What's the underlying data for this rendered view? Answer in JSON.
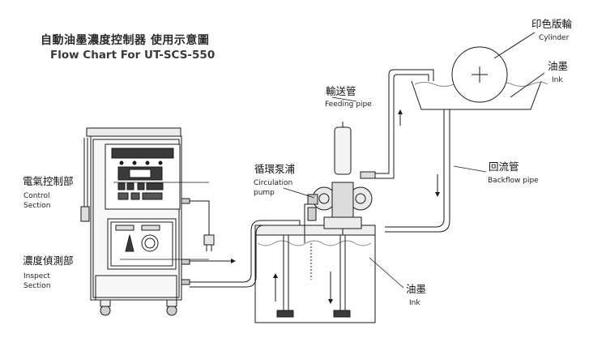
{
  "title": {
    "zh": "自動油墨濃度控制器 使用示意圖",
    "en": "Flow Chart For UT-SCS-550"
  },
  "labels": {
    "cylinder": {
      "zh": "印色版輪",
      "en": "Cylinder"
    },
    "ink_top": {
      "zh": "油墨",
      "en": "Ink"
    },
    "feeding_pipe": {
      "zh": "輸送管",
      "en": "Feeding pipe"
    },
    "backflow_pipe": {
      "zh": "回流管",
      "en": "Backflow pipe"
    },
    "circulation_pump": {
      "zh": "循環泵浦",
      "en_line1": "Circulation",
      "en_line2": "pump"
    },
    "control_section": {
      "zh": "電氣控制部",
      "en_line1": "Control",
      "en_line2": "Section"
    },
    "inspect_section": {
      "zh": "濃度偵測部",
      "en_line1": "Inspect",
      "en_line2": "Section"
    },
    "ink_tank": {
      "zh": "油墨",
      "en": "Ink"
    }
  },
  "colors": {
    "line": "#1a1a1a",
    "fill_light": "#f2f2f2",
    "fill_mid": "#d9d9d9",
    "panel": "#3a3a3a"
  }
}
